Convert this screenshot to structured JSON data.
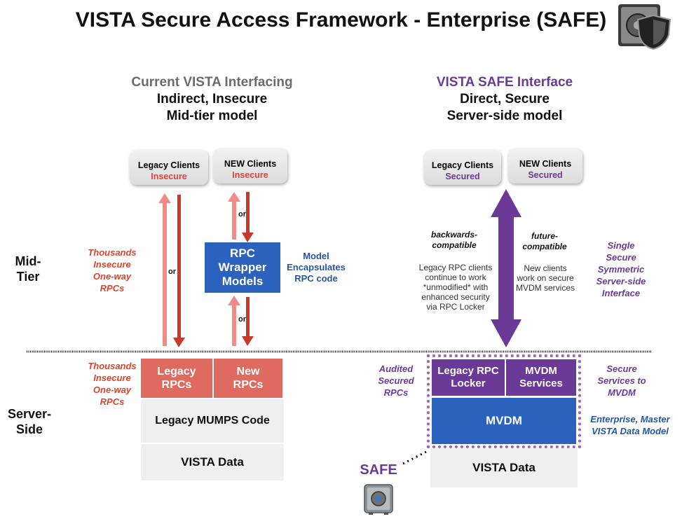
{
  "title": "VISTA Secure Access Framework - Enterprise (SAFE)",
  "left": {
    "header1": "Current VISTA Interfacing",
    "header2": "Indirect, Insecure",
    "header3": "Mid-tier model",
    "legacy_clients": {
      "label": "Legacy Clients",
      "status": "Insecure"
    },
    "new_clients": {
      "label": "NEW  Clients",
      "status": "Insecure"
    },
    "thousands_mid": [
      "Thousands",
      "Insecure",
      "One-way",
      "RPCs"
    ],
    "or": "or",
    "rpc_wrapper": [
      "RPC",
      "Wrapper",
      "Models"
    ],
    "model_note": [
      "Model",
      "Encapsulates",
      "RPC code"
    ],
    "thousands_server": [
      "Thousands",
      "Insecure",
      "One-way",
      "RPCs"
    ],
    "legacy_rpcs": [
      "Legacy",
      "RPCs"
    ],
    "new_rpcs": [
      "New",
      "RPCs"
    ],
    "mumps": "Legacy MUMPS Code",
    "vista_data": "VISTA Data"
  },
  "right": {
    "header1": "VISTA SAFE Interface",
    "header2": "Direct, Secure",
    "header3": "Server-side model",
    "legacy_clients": {
      "label": "Legacy Clients",
      "status": "Secured"
    },
    "new_clients": {
      "label": "NEW  Clients",
      "status": "Secured"
    },
    "backwards": [
      "backwards-",
      "compatible"
    ],
    "backwards_desc": [
      "Legacy RPC clients",
      "continue to work",
      "*unmodified* with",
      "enhanced security",
      "via RPC Locker"
    ],
    "future": [
      "future-",
      "compatible"
    ],
    "future_desc": [
      "New clients",
      "work on secure",
      "MVDM services"
    ],
    "single": [
      "Single",
      "Secure",
      "Symmetric",
      "Server-side",
      "Interface"
    ],
    "audited": [
      "Audited",
      "Secured",
      "RPCs"
    ],
    "rpc_locker": [
      "Legacy RPC",
      "Locker"
    ],
    "mvdm_services": [
      "MVDM",
      "Services"
    ],
    "mvdm": "MVDM",
    "secure_services": [
      "Secure",
      "Services to",
      "MVDM"
    ],
    "enterprise": [
      "Enterprise, Master",
      "VISTA Data Model"
    ],
    "safe_label": "SAFE",
    "vista_data": "VISTA Data"
  },
  "tiers": {
    "mid": [
      "Mid-",
      "Tier"
    ],
    "server": [
      "Server-",
      "Side"
    ]
  },
  "colors": {
    "red_box": "#df6a60",
    "blue_box": "#2a62bd",
    "purple_box": "#6b3a96",
    "gray_box": "#efefef",
    "arrow_dark_red": "#c8382b",
    "arrow_light_red": "#f08c85"
  },
  "icons": {
    "top_right": "safe-shield-icon",
    "bottom": "safe-vault-icon"
  }
}
